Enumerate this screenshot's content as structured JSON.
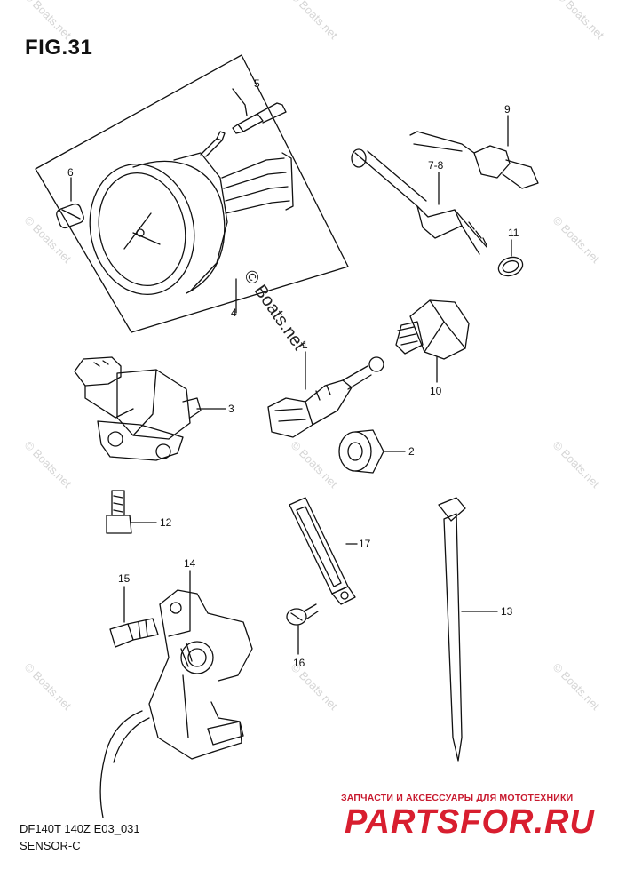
{
  "figure": {
    "title": "FIG.31",
    "model_line": "DF140T 140Z E03_031",
    "section": "SENSOR-C"
  },
  "watermark": {
    "main": "© Boats.net",
    "repeat": "© Boats.net"
  },
  "banner": {
    "tagline": "ЗАПЧАСТИ И АКСЕССУАРЫ ДЛЯ МОТОТЕХНИКИ",
    "logo": "PARTSFOR.RU"
  },
  "callouts": {
    "c1": "1",
    "c2": "2",
    "c3": "3",
    "c4": "4",
    "c5": "5",
    "c6": "6",
    "c78": "7-8",
    "c9": "9",
    "c10": "10",
    "c11": "11",
    "c12": "12",
    "c13": "13",
    "c14": "14",
    "c15": "15",
    "c16": "16",
    "c17": "17"
  }
}
